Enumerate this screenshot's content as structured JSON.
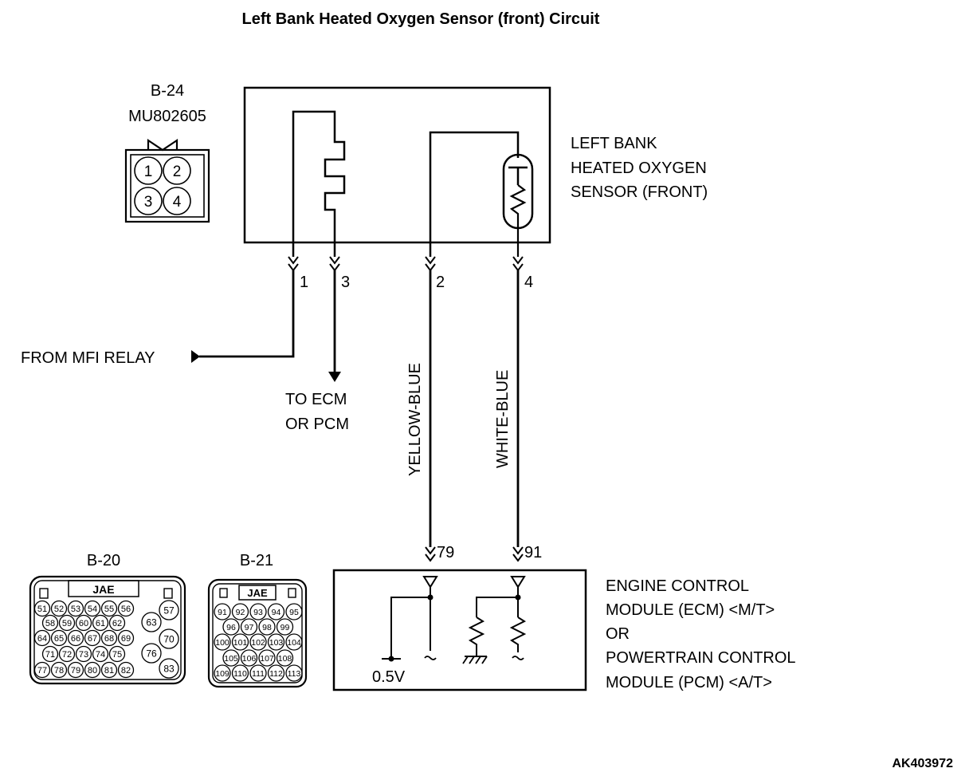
{
  "title": "Left Bank Heated Oxygen Sensor (front) Circuit",
  "connector_b24": {
    "id": "B-24",
    "part": "MU802605",
    "pins": [
      "1",
      "2",
      "3",
      "4"
    ]
  },
  "sensor": {
    "lines": [
      "LEFT BANK",
      "HEATED OXYGEN",
      "SENSOR (FRONT)"
    ]
  },
  "sensor_pins": {
    "p1": "1",
    "p3": "3",
    "p2": "2",
    "p4": "4"
  },
  "from_label": "FROM MFI RELAY",
  "to_label": [
    "TO ECM",
    "OR PCM"
  ],
  "wires": {
    "left": "YELLOW-BLUE",
    "right": "WHITE-BLUE"
  },
  "module_pins": {
    "left": "79",
    "right": "91"
  },
  "module": {
    "lines": [
      "ENGINE CONTROL",
      "MODULE (ECM) <M/T>",
      "OR",
      "POWERTRAIN CONTROL",
      "MODULE (PCM) <A/T>"
    ]
  },
  "voltage": "0.5V",
  "connector_b20": {
    "id": "B-20",
    "brand": "JAE",
    "rows": [
      [
        "51",
        "52",
        "53",
        "54",
        "55",
        "56"
      ],
      [
        "58",
        "59",
        "60",
        "61",
        "62"
      ],
      [
        "64",
        "65",
        "66",
        "67",
        "68",
        "69"
      ],
      [
        "71",
        "72",
        "73",
        "74",
        "75"
      ],
      [
        "77",
        "78",
        "79",
        "80",
        "81",
        "82"
      ]
    ],
    "side": [
      "57",
      "63",
      "70",
      "76",
      "83"
    ]
  },
  "connector_b21": {
    "id": "B-21",
    "brand": "JAE",
    "rows": [
      [
        "91",
        "92",
        "93",
        "94",
        "95"
      ],
      [
        "96",
        "97",
        "98",
        "99"
      ],
      [
        "100",
        "101",
        "102",
        "103",
        "104"
      ],
      [
        "105",
        "106",
        "107",
        "108"
      ],
      [
        "109",
        "110",
        "111",
        "112",
        "113"
      ]
    ]
  },
  "ref_code": "AK403972"
}
